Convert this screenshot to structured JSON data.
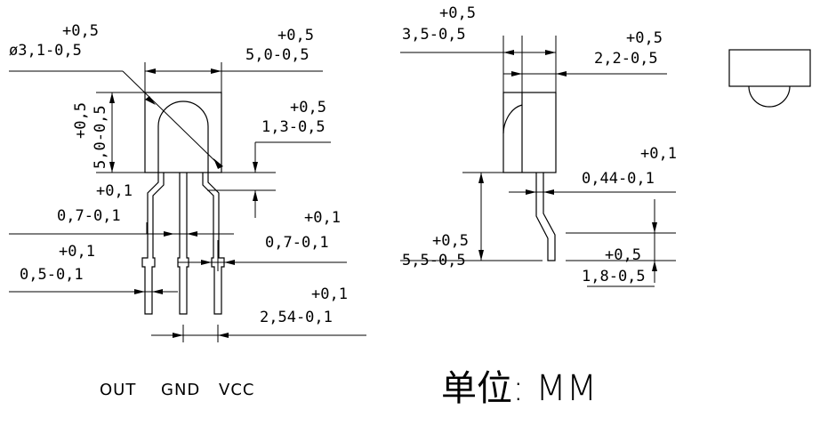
{
  "dimensions": {
    "lens_diameter": {
      "tol_top": "+0,5",
      "value": "ø3,1-0,5"
    },
    "body_width": {
      "tol_top": "+0,5",
      "value": "5,0-0,5"
    },
    "body_height": {
      "tol_top": "+0,5",
      "value": "5,0-0,5"
    },
    "lead_offset": {
      "tol_top": "+0,5",
      "value": "1,3-0,5"
    },
    "lead_bend_width": {
      "tol_top": "+0,1",
      "value": "0,7-0,1"
    },
    "lead_width_a": {
      "tol_top": "+0,1",
      "value": "0,7-0,1"
    },
    "lead_width_b": {
      "tol_top": "+0,1",
      "value": "0,5-0,1"
    },
    "pitch": {
      "tol_top": "+0,1",
      "value": "2,54-0,1"
    },
    "side_depth": {
      "tol_top": "+0,5",
      "value": "3,5-0,5"
    },
    "side_body": {
      "tol_top": "+0,5",
      "value": "2,2-0,5"
    },
    "lead_thickness": {
      "tol_top": "+0,1",
      "value": "0,44-0,1"
    },
    "lead_length": {
      "tol_top": "+0,5",
      "value": "5,5-0,5"
    },
    "tip_length": {
      "tol_top": "+0,5",
      "value": "1,8-0,5"
    }
  },
  "pins": {
    "out": "OUT",
    "gnd": "GND",
    "vcc": "VCC"
  },
  "units_label": "单位: MM"
}
